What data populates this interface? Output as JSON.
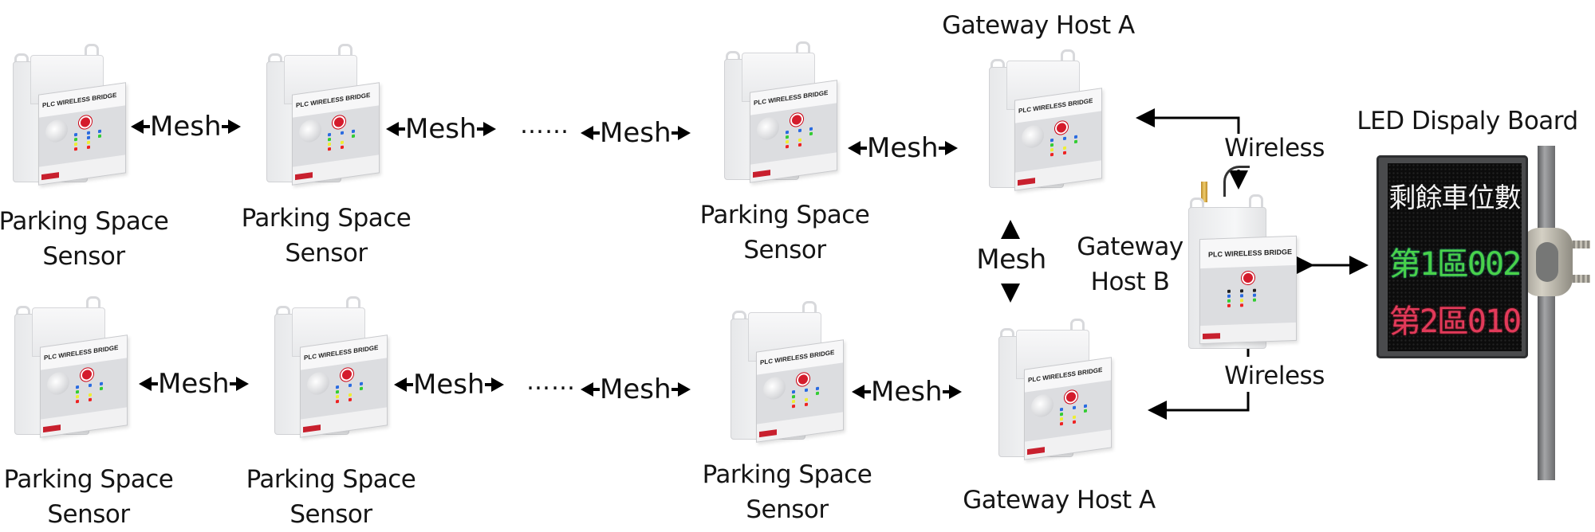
{
  "diagram": {
    "title": "Parking space sensor mesh network to LED display board",
    "device_model_text": "PLC WIRELESS BRIDGE",
    "top_row": {
      "sensors": [
        {
          "label_line1": "Parking Space",
          "label_line2": "Sensor"
        },
        {
          "label_line1": "Parking Space",
          "label_line2": "Sensor"
        },
        {
          "label_line1": "Parking Space",
          "label_line2": "Sensor"
        }
      ],
      "gateway": {
        "label": "Gateway Host A"
      },
      "links": [
        "Mesh",
        "Mesh",
        "Mesh",
        "Mesh"
      ],
      "ellipsis": "……"
    },
    "bottom_row": {
      "sensors": [
        {
          "label_line1": "Parking Space",
          "label_line2": "Sensor"
        },
        {
          "label_line1": "Parking Space",
          "label_line2": "Sensor"
        },
        {
          "label_line1": "Parking Space",
          "label_line2": "Sensor"
        }
      ],
      "gateway": {
        "label": "Gateway Host A"
      },
      "links": [
        "Mesh",
        "Mesh",
        "Mesh",
        "Mesh"
      ],
      "ellipsis": "……"
    },
    "gateway_link": {
      "label": "Mesh"
    },
    "gateway_b": {
      "label_line1": "Gateway",
      "label_line2": "Host B"
    },
    "wireless_top": {
      "label": "Wireless"
    },
    "wireless_bottom": {
      "label": "Wireless"
    },
    "led_board": {
      "label": "LED Dispaly Board",
      "line1": "剩餘車位數",
      "line2": "第1區002",
      "line3": "第2區010",
      "colors": {
        "line1": "#f3f3f3",
        "line2": "#49d24a",
        "line3": "#e23a5a"
      }
    }
  }
}
